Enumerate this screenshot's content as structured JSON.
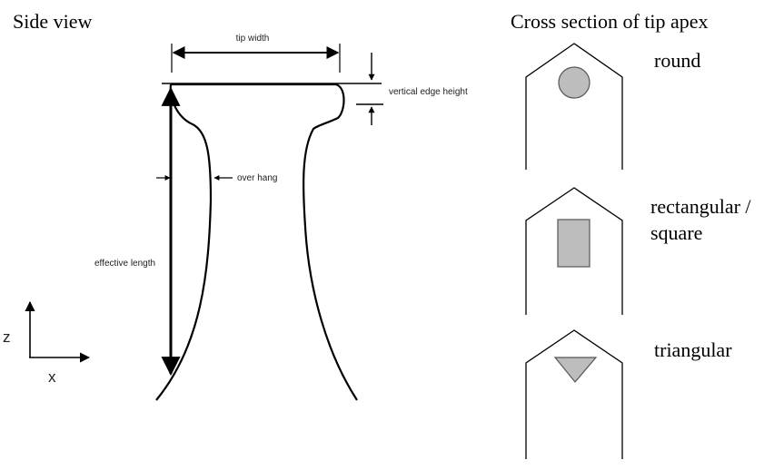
{
  "side_view": {
    "title": "Side view",
    "labels": {
      "tip_width": "tip width",
      "vertical_edge_height": "vertical edge height",
      "over_hang": "over hang",
      "effective_length": "effective length"
    }
  },
  "axes": {
    "z_label": "z",
    "x_label": "x"
  },
  "cross_section": {
    "title": "Cross section of tip apex",
    "shapes": [
      {
        "label_line1": "round",
        "label_line2": ""
      },
      {
        "label_line1": "rectangular /",
        "label_line2": "square"
      },
      {
        "label_line1": "triangular",
        "label_line2": ""
      }
    ]
  },
  "colors": {
    "line": "#000000",
    "shape_fill": "#bdbdbd",
    "shape_stroke": "#555555"
  }
}
